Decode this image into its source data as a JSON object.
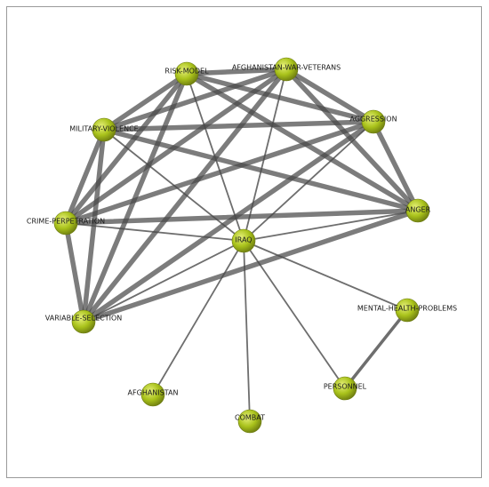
{
  "diagram": {
    "type": "co-occurrence-network",
    "node_color": "#a9c21b",
    "node_highlight": "#e6f07a",
    "node_shadow": "#6b7a10",
    "edge_color": "#4a4a4a",
    "nodes": [
      {
        "id": "risk-model",
        "label": "RISK-MODEL"
      },
      {
        "id": "afghanistan-war-veterans",
        "label": "AFGHANISTAN-WAR-VETERANS"
      },
      {
        "id": "aggression",
        "label": "AGGRESSION"
      },
      {
        "id": "military-violence",
        "label": "MILITARY-VIOLENCE"
      },
      {
        "id": "anger",
        "label": "ANGER"
      },
      {
        "id": "crime-perpetration",
        "label": "CRIME-PERPETRATION"
      },
      {
        "id": "iraq",
        "label": "IRAQ"
      },
      {
        "id": "variable-selection",
        "label": "VARIABLE-SELECTION"
      },
      {
        "id": "mental-health-problems",
        "label": "MENTAL-HEALTH-PROBLEMS"
      },
      {
        "id": "afghanistan",
        "label": "AFGHANISTAN"
      },
      {
        "id": "personnel",
        "label": "PERSONNEL"
      },
      {
        "id": "combat",
        "label": "COMBAT"
      }
    ],
    "edges": [
      {
        "source": "risk-model",
        "target": "afghanistan-war-veterans",
        "weight": 4
      },
      {
        "source": "risk-model",
        "target": "aggression",
        "weight": 4
      },
      {
        "source": "risk-model",
        "target": "military-violence",
        "weight": 4
      },
      {
        "source": "risk-model",
        "target": "anger",
        "weight": 4
      },
      {
        "source": "risk-model",
        "target": "crime-perpetration",
        "weight": 4
      },
      {
        "source": "risk-model",
        "target": "variable-selection",
        "weight": 4
      },
      {
        "source": "risk-model",
        "target": "iraq",
        "weight": 2
      },
      {
        "source": "afghanistan-war-veterans",
        "target": "aggression",
        "weight": 4
      },
      {
        "source": "afghanistan-war-veterans",
        "target": "military-violence",
        "weight": 4
      },
      {
        "source": "afghanistan-war-veterans",
        "target": "anger",
        "weight": 4
      },
      {
        "source": "afghanistan-war-veterans",
        "target": "crime-perpetration",
        "weight": 4
      },
      {
        "source": "afghanistan-war-veterans",
        "target": "variable-selection",
        "weight": 4
      },
      {
        "source": "afghanistan-war-veterans",
        "target": "iraq",
        "weight": 2
      },
      {
        "source": "aggression",
        "target": "military-violence",
        "weight": 4
      },
      {
        "source": "aggression",
        "target": "anger",
        "weight": 4
      },
      {
        "source": "aggression",
        "target": "crime-perpetration",
        "weight": 4
      },
      {
        "source": "aggression",
        "target": "variable-selection",
        "weight": 4
      },
      {
        "source": "aggression",
        "target": "iraq",
        "weight": 2
      },
      {
        "source": "military-violence",
        "target": "anger",
        "weight": 4
      },
      {
        "source": "military-violence",
        "target": "crime-perpetration",
        "weight": 4
      },
      {
        "source": "military-violence",
        "target": "variable-selection",
        "weight": 4
      },
      {
        "source": "military-violence",
        "target": "iraq",
        "weight": 2
      },
      {
        "source": "anger",
        "target": "crime-perpetration",
        "weight": 4
      },
      {
        "source": "anger",
        "target": "variable-selection",
        "weight": 4
      },
      {
        "source": "anger",
        "target": "iraq",
        "weight": 2
      },
      {
        "source": "crime-perpetration",
        "target": "variable-selection",
        "weight": 4
      },
      {
        "source": "crime-perpetration",
        "target": "iraq",
        "weight": 2
      },
      {
        "source": "variable-selection",
        "target": "iraq",
        "weight": 2
      },
      {
        "source": "iraq",
        "target": "mental-health-problems",
        "weight": 2
      },
      {
        "source": "iraq",
        "target": "afghanistan",
        "weight": 2
      },
      {
        "source": "iraq",
        "target": "combat",
        "weight": 2
      },
      {
        "source": "iraq",
        "target": "personnel",
        "weight": 2
      },
      {
        "source": "mental-health-problems",
        "target": "personnel",
        "weight": 3
      }
    ]
  }
}
